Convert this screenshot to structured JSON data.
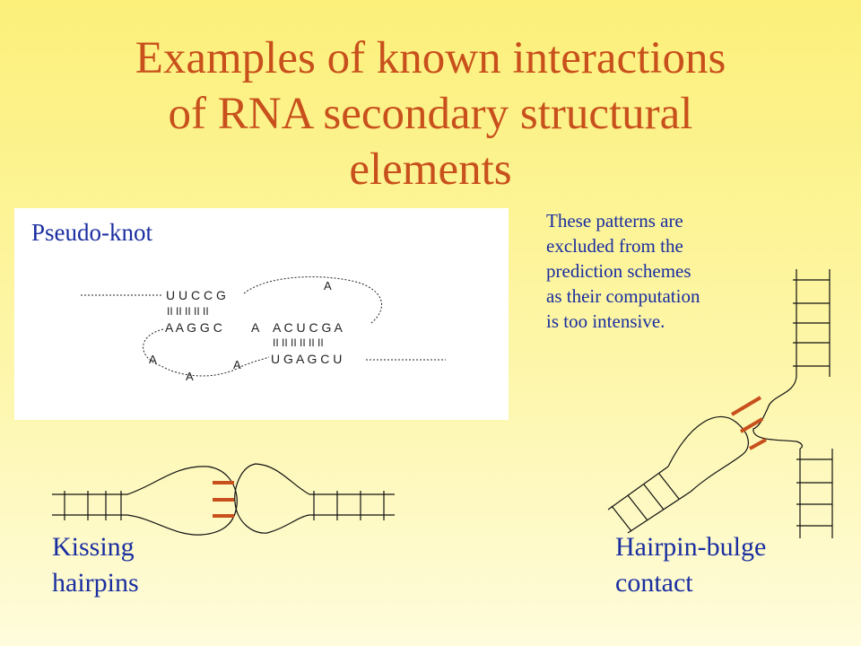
{
  "slide": {
    "title_lines": [
      "Examples of known interactions",
      "of RNA secondary structural",
      "elements"
    ]
  },
  "pseudoknot": {
    "label": "Pseudo-knot",
    "strand_top": "U U C C G",
    "pairs_top": "II II II II II",
    "strand_mid": "A A G G C",
    "spacer_a": "A",
    "strand_right": "A C U C G A",
    "pairs_bottom": "II II II II II II",
    "strand_bottom": "U G A G C U",
    "loop_top_a": "A",
    "loop_left_a": "A",
    "loop_bottom_a": "A",
    "loop_right_a": "A"
  },
  "note": {
    "lines": [
      "These patterns are",
      "excluded from the",
      "prediction schemes",
      "as their computation",
      "is too intensive."
    ]
  },
  "kissing": {
    "label_lines": [
      "Kissing",
      "hairpins"
    ]
  },
  "bulge": {
    "label_lines": [
      "Hairpin-bulge",
      "contact"
    ]
  },
  "colors": {
    "title": "#c8501c",
    "text": "#1a2ea0",
    "interaction": "#c8501c",
    "strand": "#222222"
  }
}
